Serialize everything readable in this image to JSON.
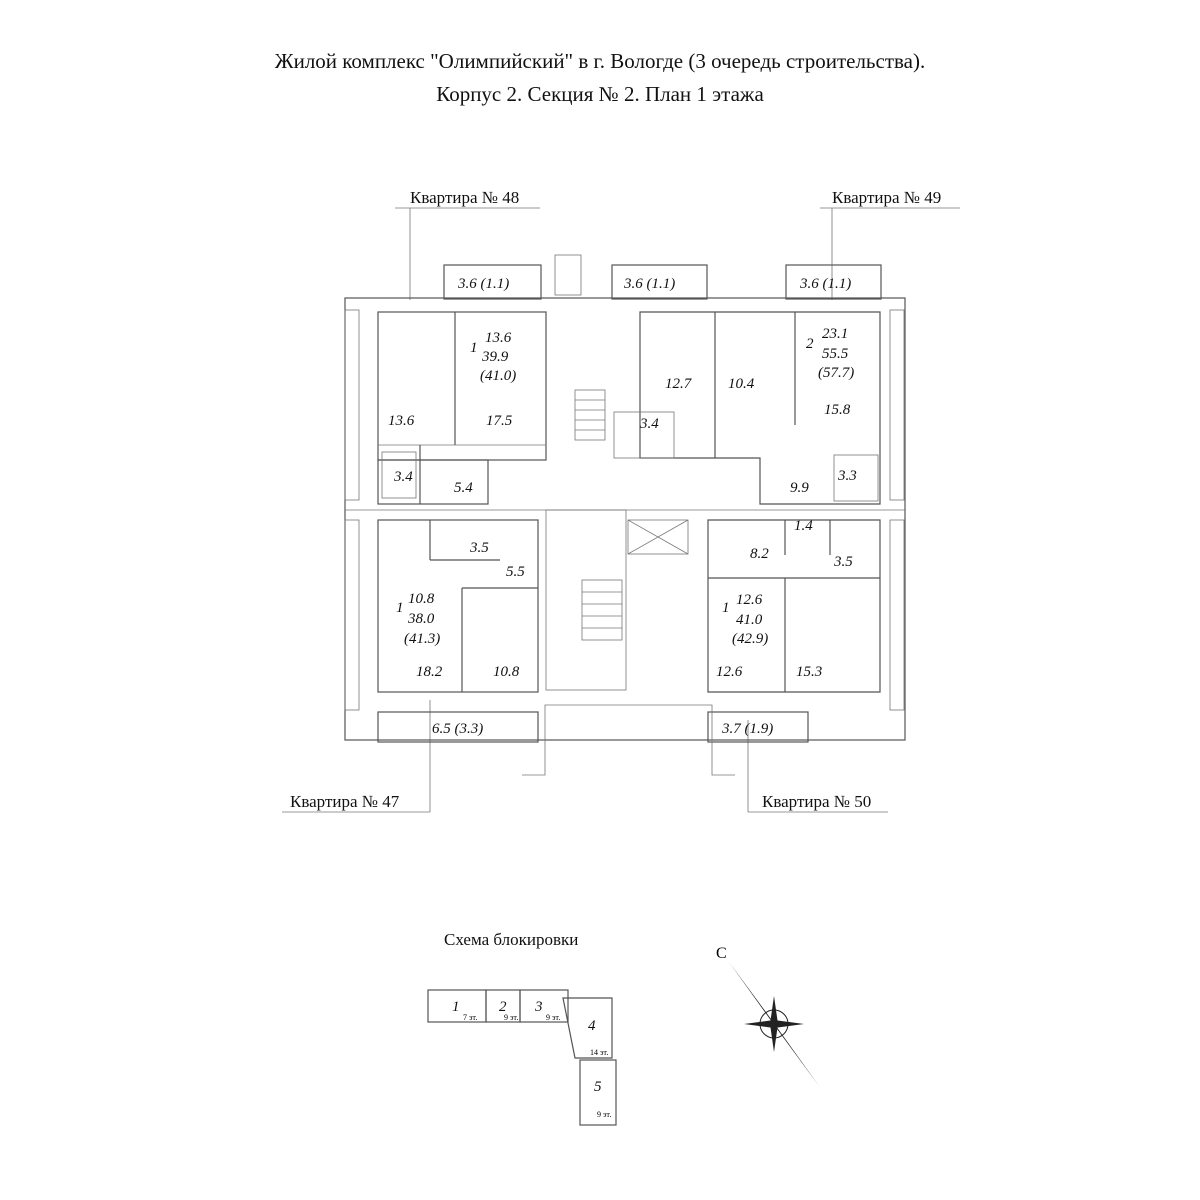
{
  "header": {
    "line1": "Жилой комплекс \"Олимпийский\" в г. Вологде (3 очередь строительства).",
    "line2": "Корпус 2. Секция № 2. План 1 этажа"
  },
  "apartments": {
    "a48": {
      "label": "Квартира № 48",
      "rooms": "1",
      "living": "13.6",
      "total": "39.9",
      "total_with_balcony": "(41.0)",
      "balcony": "3.6 (1.1)",
      "r1": "13.6",
      "r2": "17.5",
      "bath": "3.4",
      "hall": "5.4",
      "color": "#dcefc8"
    },
    "a49": {
      "label": "Квартира № 49",
      "rooms": "2",
      "living": "23.1",
      "total": "55.5",
      "total_with_balcony": "(57.7)",
      "balcony1": "3.6 (1.1)",
      "balcony2": "3.6 (1.1)",
      "r1": "12.7",
      "r2": "10.4",
      "r3": "15.8",
      "bath1": "3.4",
      "bath2": "3.3",
      "hall": "9.9",
      "color": "#c3c6ef"
    },
    "a47": {
      "label": "Квартира № 47",
      "rooms": "1",
      "living": "10.8",
      "total": "38.0",
      "total_with_balcony": "(41.3)",
      "balcony": "6.5 (3.3)",
      "r1": "18.2",
      "r2": "10.8",
      "bath": "3.5",
      "hall": "5.5",
      "color": "#6cc05b"
    },
    "a50": {
      "label": "Квартира № 50",
      "rooms": "1",
      "living": "12.6",
      "total": "41.0",
      "total_with_balcony": "(42.9)",
      "balcony": "3.7 (1.9)",
      "r1": "12.6",
      "r2": "15.3",
      "hall": "8.2",
      "bath": "3.5",
      "wc": "1.4",
      "color": "#dcefc8"
    }
  },
  "scheme": {
    "title": "Схема блокировки",
    "sections": [
      {
        "num": "1",
        "floors": "7 эт."
      },
      {
        "num": "2",
        "floors": "9 эт."
      },
      {
        "num": "3",
        "floors": "9 эт."
      },
      {
        "num": "4",
        "floors": "14 эт."
      },
      {
        "num": "5",
        "floors": "9 эт."
      }
    ]
  },
  "compass": {
    "north": "С"
  }
}
